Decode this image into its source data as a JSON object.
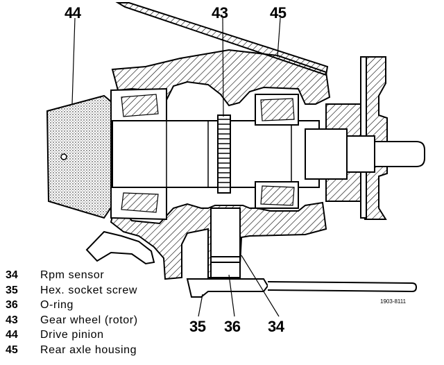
{
  "diagram": {
    "callouts": {
      "c44_top": "44",
      "c43_top": "43",
      "c45_top": "45",
      "c35_bottom": "35",
      "c36_bottom": "36",
      "c34_bottom": "34"
    },
    "legend": [
      {
        "number": "34",
        "text": "Rpm sensor"
      },
      {
        "number": "35",
        "text": "Hex. socket screw"
      },
      {
        "number": "36",
        "text": "O-ring"
      },
      {
        "number": "43",
        "text": "Gear wheel (rotor)"
      },
      {
        "number": "44",
        "text": "Drive pinion"
      },
      {
        "number": "45",
        "text": "Rear axle housing"
      }
    ],
    "figure_code": "1903-8111"
  },
  "colors": {
    "ink": "#000000",
    "paper": "#ffffff"
  }
}
